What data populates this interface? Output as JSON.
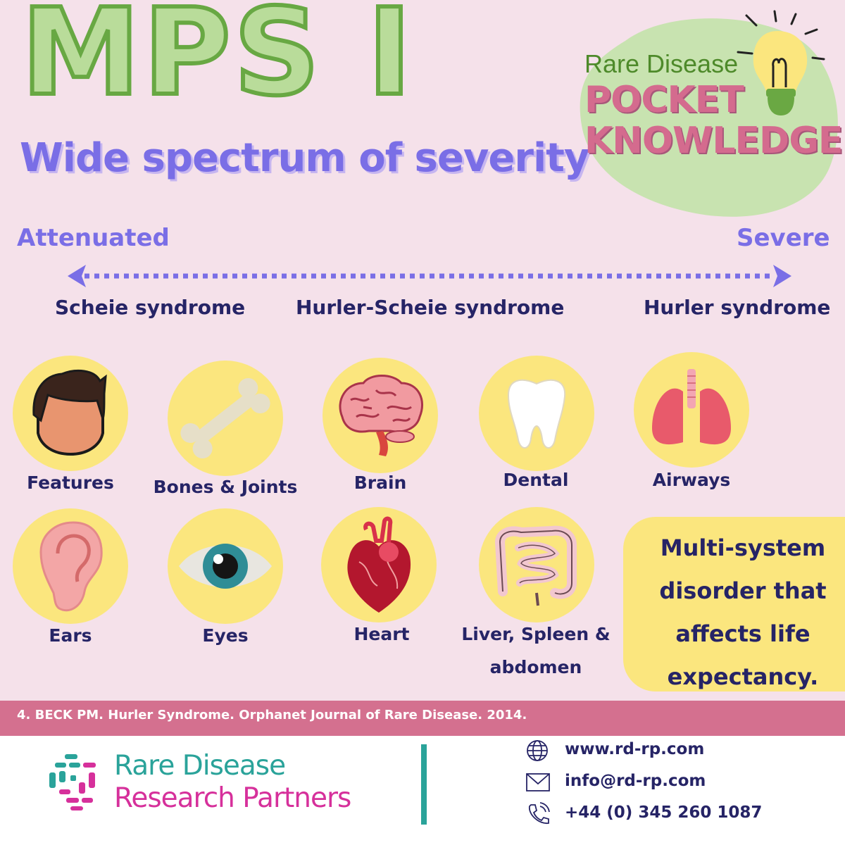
{
  "header": {
    "title": "MPS I",
    "subtitle": "Wide spectrum of severity"
  },
  "badge": {
    "line1": "Rare Disease",
    "line2": "POCKET",
    "line3": "KNOWLEDGE"
  },
  "scale": {
    "left_label": "Attenuated",
    "right_label": "Severe",
    "syndromes": [
      "Scheie syndrome",
      "Hurler-Scheie syndrome",
      "Hurler syndrome"
    ]
  },
  "organs": [
    {
      "label": "Features",
      "icon": "face-icon"
    },
    {
      "label": "Bones & Joints",
      "icon": "bone-icon"
    },
    {
      "label": "Brain",
      "icon": "brain-icon"
    },
    {
      "label": "Dental",
      "icon": "tooth-icon"
    },
    {
      "label": "Airways",
      "icon": "lungs-icon"
    },
    {
      "label": "Ears",
      "icon": "ear-icon"
    },
    {
      "label": "Eyes",
      "icon": "eye-icon"
    },
    {
      "label": "Heart",
      "icon": "heart-icon"
    },
    {
      "label_line1": "Liver, Spleen &",
      "label_line2": "abdomen",
      "icon": "intestines-icon"
    }
  ],
  "callout": {
    "lines": [
      "Multi-system",
      "disorder that",
      "affects life",
      "expectancy."
    ]
  },
  "reference": "4. BECK PM. Hurler Syndrome. Orphanet Journal of Rare Disease. 2014.",
  "footer": {
    "brand_line1": "Rare Disease",
    "brand_line2": "Research Partners",
    "website": "www.rd-rp.com",
    "email": "info@rd-rp.com",
    "phone": "+44 (0) 345 260 1087"
  },
  "colors": {
    "background": "#f5e1ea",
    "title_green": "#68a843",
    "accent_purple": "#7a6ee6",
    "navy": "#262466",
    "yellow": "#fbe67e",
    "pink": "#d4708f",
    "teal": "#2aa39a",
    "magenta": "#d6309b"
  }
}
